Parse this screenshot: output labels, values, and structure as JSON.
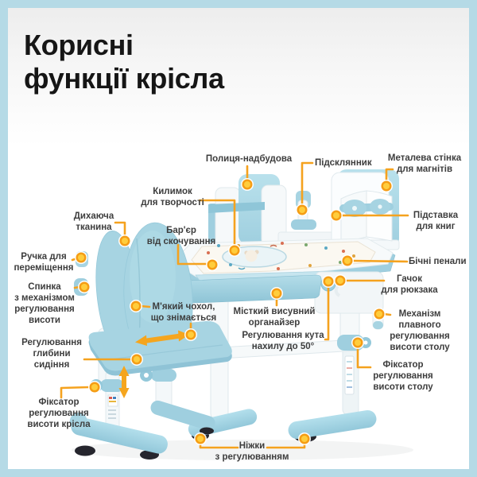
{
  "page": {
    "title": "Корисні\nфункції крісла"
  },
  "colors": {
    "accent_line": "#F5A21E",
    "dot_ring": "#F59D15",
    "dot_fill": "#FFCD3C",
    "furniture_blue": "#A7D4E2",
    "frame_border": "#B5DAE6",
    "label_text": "#3D3D3D"
  },
  "callouts": [
    {
      "id": "shelf-addon",
      "text": "Полиця-надбудова"
    },
    {
      "id": "cup-holder",
      "text": "Підсклянник"
    },
    {
      "id": "magnet-wall",
      "text": "Металева стінка\nдля магнітів"
    },
    {
      "id": "creativity-mat",
      "text": "Килимок\nдля творчості"
    },
    {
      "id": "book-stand",
      "text": "Підставка\nдля книг"
    },
    {
      "id": "breathable-fabric",
      "text": "Дихаюча\nтканина"
    },
    {
      "id": "anti-roll-barrier",
      "text": "Бар'єр\nвід скочування"
    },
    {
      "id": "carry-handle",
      "text": "Ручка для\nпереміщення"
    },
    {
      "id": "side-pencil-cases",
      "text": "Бічні пенали"
    },
    {
      "id": "backrest-mechanism",
      "text": "Спинка\nз механізмом\nрегулювання\nвисоти"
    },
    {
      "id": "backpack-hook",
      "text": "Гачок\nдля рюкзака"
    },
    {
      "id": "soft-cover",
      "text": "М'який чохол,\nщо знімається"
    },
    {
      "id": "organizer",
      "text": "Місткий висувний\nорганайзер"
    },
    {
      "id": "smooth-height-mech",
      "text": "Механізм\nплавного\nрегулювання\nвисоти столу"
    },
    {
      "id": "seat-depth",
      "text": "Регулювання\nглибини\nсидіння"
    },
    {
      "id": "tilt-angle",
      "text": "Регулювання кута\nнахилу до 50°"
    },
    {
      "id": "desk-height-lock",
      "text": "Фіксатор\nрегулювання\nвисоти столу"
    },
    {
      "id": "chair-height-lock",
      "text": "Фіксатор\nрегулювання\nвисоти крісла"
    },
    {
      "id": "adjustable-feet",
      "text": "Ніжки\nз регулюванням"
    }
  ]
}
